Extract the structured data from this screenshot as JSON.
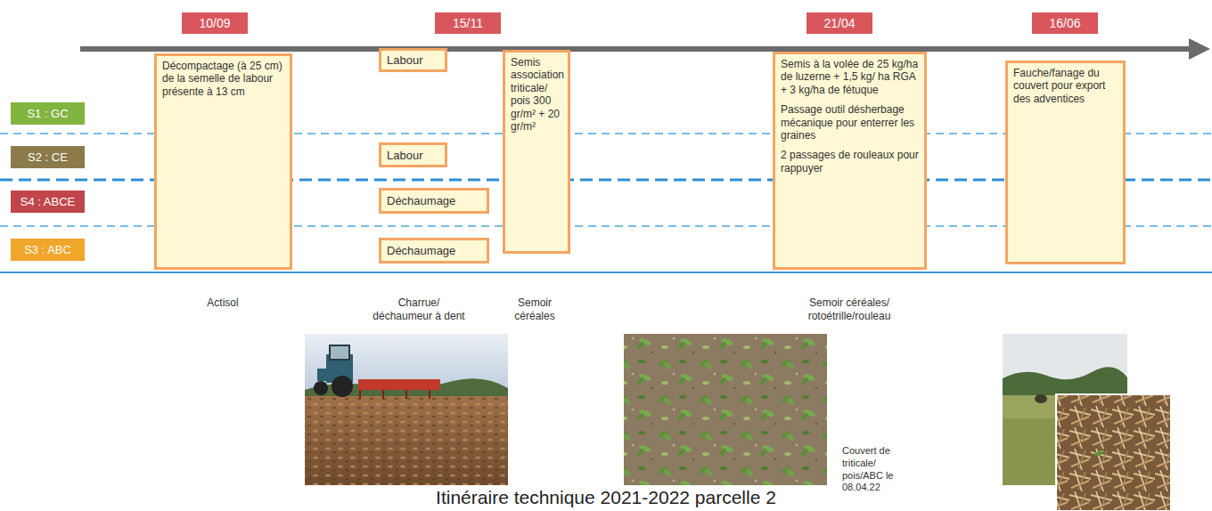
{
  "diagram": {
    "title": "Itinéraire technique 2021-2022 parcelle 2",
    "nodes": [
      {
        "text": [
          "10/09"
        ]
      },
      {
        "text": [
          "15/11"
        ]
      },
      {
        "text": [
          "21/04"
        ]
      },
      {
        "text": [
          "16/06"
        ]
      },
      {
        "text": [
          "S1 : GC"
        ]
      },
      {
        "text": [
          "S2 : CE"
        ]
      },
      {
        "text": [
          "S4 : ABCE"
        ]
      },
      {
        "text": [
          "S3 : ABC"
        ]
      },
      {
        "text": [
          "Décompactage (à 25 cm) de la semelle de labour présente à 13 cm"
        ]
      },
      {
        "text": [
          "Labour"
        ]
      },
      {
        "text": [
          "Labour"
        ]
      },
      {
        "text": [
          "Déchaumage"
        ]
      },
      {
        "text": [
          "Déchaumage"
        ]
      },
      {
        "text": [
          "Semis association triticale/ pois 300 gr/m² + 20 gr/m²"
        ]
      },
      {
        "text": [
          "Semis à la volée de 25 kg/ha de luzerne + 1,5 kg/ ha RGA + 3 kg/ha de fétuque",
          "Passage outil désherbage mécanique pour enterrer les graines",
          "2 passages de rouleaux pour rappuyer"
        ]
      },
      {
        "text": [
          "Fauche/fanage du couvert pour export des adventices"
        ]
      }
    ],
    "labels": [
      "Actisol",
      "Charrue/ déchaumeur à dent",
      "Semoir céréales",
      "Semoir céréales/ rotoétrille/rouleau",
      "Couvert de triticale/ pois/ABC le 08.04.22"
    ]
  }
}
